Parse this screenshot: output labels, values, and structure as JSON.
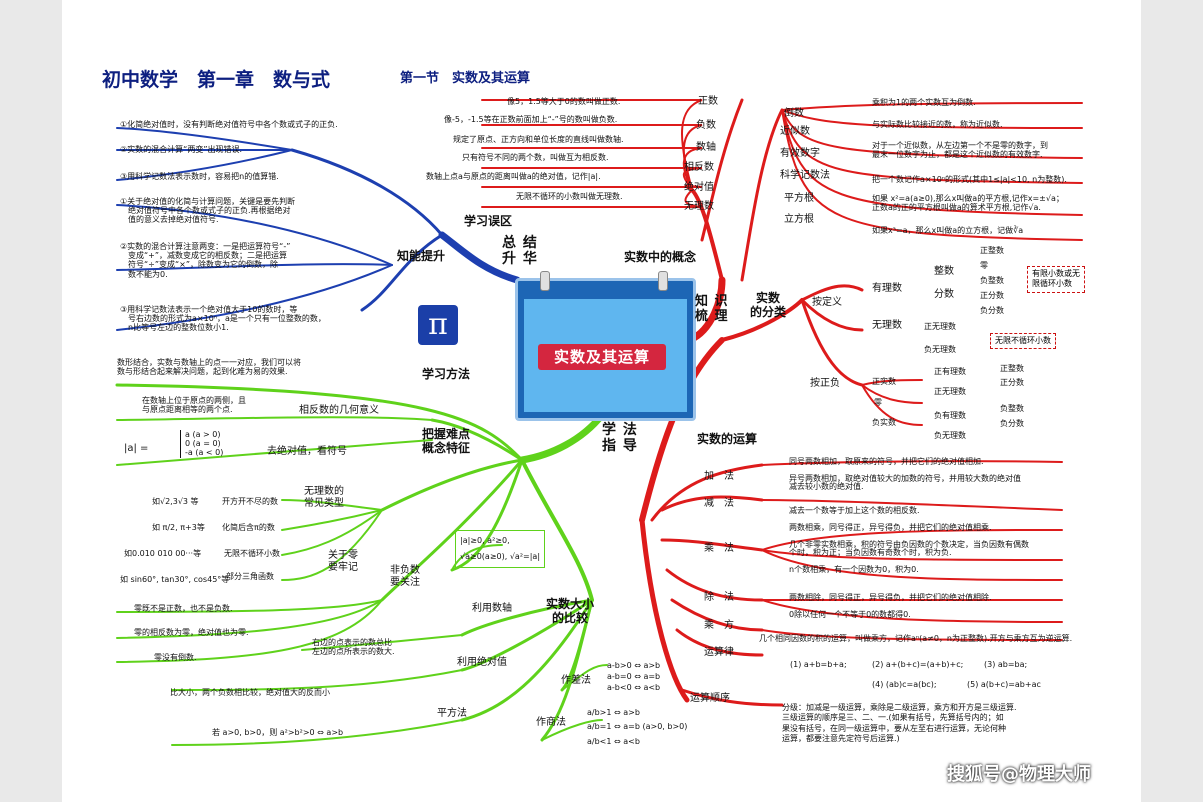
{
  "header": {
    "title": "初中数学　第一章　数与式",
    "subtitle": "第一节　实数及其运算"
  },
  "center": {
    "label": "实数及其运算"
  },
  "colors": {
    "blue": "#1d3fb0",
    "green": "#5fd21b",
    "red": "#dd1b1b"
  },
  "blue_branch": {
    "main": "总 结\n升 华",
    "sub1": "学习误区",
    "sub2": "知能提升",
    "mistakes": [
      "①化简绝对值时，没有判断绝对值符号中各个数或式子的正负.",
      "②实数的混合计算“两变”出现错误.",
      "③用科学记数法表示数时，容易把n的值算错."
    ],
    "tips": [
      "①关于绝对值的化简与计算问题，关键是要先判断\n　绝对值符号中各个数或式子的正负.再根据绝对\n　值的意义去掉绝对值符号.",
      "②实数的混合计算注意两变：一是把运算符号“-”\n　变成“+”，减数变成它的相反数；二是把运算\n　符号“÷”变成“×”，除数变为它的倒数，除\n　数不能为0.",
      "③用科学记数法表示一个绝对值大于10的数时，等\n　号右边数的形式为a×10ⁿ，a是一个只有一位整数的数，\n　n比等号左边的整数位数小1."
    ]
  },
  "green_branch": {
    "main": "学 法\n指 导",
    "study_method": "学习方法",
    "study_method_text": "数形结合，实数与数轴上的点一一对应，我们可以将\n数与形结合起来解决问题，起到化难为易的效果.",
    "key_points": "把握难点\n概念特征",
    "opposite_geo": "相反数的几何意义",
    "opposite_geo_text": "在数轴上位于原点的两侧，且\n与原点距离相等的两个点.",
    "abs_label": "去绝对值，看符号",
    "abs_formula": [
      "a (a > 0)",
      "0 (a = 0)",
      "-a (a < 0)"
    ],
    "abs_prefix": "|a| =",
    "irrational": "无理数的\n常见类型",
    "irr_items": [
      {
        "ex": "如√2,3√3 等",
        "desc": "开方开不尽的数"
      },
      {
        "ex": "如 π/2, π+3等",
        "desc": "化简后含π的数"
      },
      {
        "ex": "如0.010 010 00···等",
        "desc": "无限不循环小数"
      },
      {
        "ex": "如 sin60°, tan30°, cos45°等",
        "desc": "部分三角函数"
      }
    ],
    "zero": "关于零\n要牢记",
    "zero_items": [
      "零既不是正数，也不是负数.",
      "零的相反数为零，绝对值也为零.",
      "零没有倒数."
    ],
    "nonneg": "非负数\n要关注",
    "nonneg_text": [
      "|a|≥0, a²≥0,",
      "√a≥0(a≥0), √a²=|a|"
    ],
    "compare": "实数大小\n的比较",
    "use_axis": "利用数轴",
    "use_axis_text": "右边的点表示的数总比\n左边的点所表示的数大.",
    "use_abs": "利用绝对值",
    "use_abs_text": "比大小，两个负数相比较，绝对值大的反而小",
    "square": "平方法",
    "square_text": "若 a>0, b>0，则 a²>b²>0 ⇔ a>b",
    "diff": "作差法",
    "diff_text": [
      "a-b>0 ⇔ a>b",
      "a-b=0 ⇔ a=b",
      "a-b<0 ⇔ a<b"
    ],
    "quot": "作商法",
    "quot_text": [
      "a/b>1 ⇔ a>b",
      "a/b=1 ⇔ a=b  (a>0, b>0)",
      "a/b<1 ⇔ a<b"
    ]
  },
  "red_branch": {
    "knowledge": "知 识\n梳 理",
    "concepts": "实数中的概念",
    "left_concepts": [
      {
        "name": "正数",
        "text": "像5，1.5等大于0的数叫做正数."
      },
      {
        "name": "负数",
        "text": "像-5，-1.5等在正数前面加上“-”号的数叫做负数."
      },
      {
        "name": "数轴",
        "text": "规定了原点、正方向和单位长度的直线叫做数轴."
      },
      {
        "name": "相反数",
        "text": "只有符号不同的两个数，叫做互为相反数."
      },
      {
        "name": "绝对值",
        "text": "数轴上点a与原点的距离叫做a的绝对值，记作|a|."
      },
      {
        "name": "无理数",
        "text": "无限不循环的小数叫做无理数."
      }
    ],
    "right_concepts": [
      {
        "name": "倒数",
        "text": "乘积为1的两个实数互为倒数."
      },
      {
        "name": "近似数",
        "text": "与实际数比较接近的数，称为近似数."
      },
      {
        "name": "有效数字",
        "text": "对于一个近似数，从左边第一个不是零的数字，到\n最末一位数字为止，都是这个近似数的有效数字."
      },
      {
        "name": "科学记数法",
        "text": "把一个数记作a×10ⁿ的形式(其中1≤|a|<10, n为整数)."
      },
      {
        "name": "平方根",
        "text": "如果 x²=a(a≥0),那么x叫做a的平方根,记作x=±√a；\n正数a的正的平方根叫做a的算术平方根,记作√a."
      },
      {
        "name": "立方根",
        "text": "如果x³=a，那么x叫做a的立方根，记做∛a"
      }
    ],
    "classification": "实数\n的分类",
    "by_def": "按定义",
    "rational": "有理数",
    "integer": "整数",
    "fraction": "分数",
    "int_items": [
      "正整数",
      "零",
      "负整数"
    ],
    "frac_items": [
      "正分数",
      "负分数"
    ],
    "irrational": "无理数",
    "irr_items": [
      "正无理数",
      "负无理数"
    ],
    "box1": "有限小数或无\n限循环小数",
    "box2": "无限不循环小数",
    "by_sign": "按正负",
    "pos_real": "正实数",
    "zero": "零",
    "neg_real": "负实数",
    "pos_rat": "正有理数",
    "pos_irr": "正无理数",
    "neg_rat": "负有理数",
    "neg_irr": "负无理数",
    "pos_rat_items": [
      "正整数",
      "正分数"
    ],
    "neg_rat_items": [
      "负整数",
      "负分数"
    ],
    "operations": "实数的运算",
    "ops": [
      {
        "name": "加　法",
        "text": "同号两数相加，取原来的符号，并把它们的绝对值相加.\n\n异号两数相加，取绝对值较大的加数的符号，并用较大数的绝对值\n减去较小数的绝对值."
      },
      {
        "name": "减　法",
        "text": "减去一个数等于加上这个数的相反数."
      },
      {
        "name": "乘　法",
        "text": "两数相乘，同号得正，异号得负，并把它们的绝对值相乘.\n\n几个非零实数相乘，积的符号由负因数的个数决定，当负因数有偶数\n个时，积为正；当负因数有奇数个时，积为负.\n\nn个数相乘，有一个因数为0，积为0."
      },
      {
        "name": "除　法",
        "text": "两数相除，同号得正，异号得负，并把它们的绝对值相除.\n\n0除以任何一个不等于0的数都得0."
      },
      {
        "name": "乘　方",
        "text": "几个相同因数的积的运算，叫做乘方，记作aⁿ(a≠0，n为正整数).开方与乘方互为逆运算."
      },
      {
        "name": "运算律",
        "text": ""
      },
      {
        "name": "运算顺序",
        "text": "分级：加减是一级运算，乘除是二级运算，乘方和开方是三级运算.\n三级运算的顺序是三、二、一.(如果有括号，先算括号内的；如\n果没有括号，在同一级运算中，要从左至右进行运算，无论何种\n运算，都要注意先定符号后运算.)"
      }
    ],
    "laws": [
      "(1) a+b=b+a;",
      "(2) a+(b+c)=(a+b)+c;",
      "(3) ab=ba;",
      "(4) (ab)c=a(bc);",
      "(5) a(b+c)=ab+ac"
    ]
  },
  "watermark": "搜狐号@物理大师"
}
